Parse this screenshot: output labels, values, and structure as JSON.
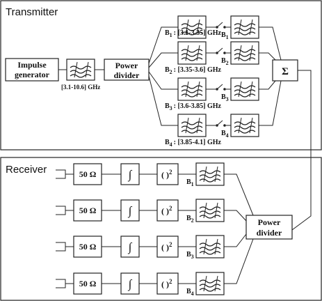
{
  "transmitter": {
    "title": "Transmitter",
    "generator_line1": "Impulse",
    "generator_line2": "generator",
    "bandpass_label": "[3.1-10.6] GHz",
    "divider_line1": "Power",
    "divider_line2": "divider",
    "summer_symbol": "Σ",
    "bands": [
      {
        "name": "B",
        "sub": "1",
        "range": ": [3.1-3.35] GHz"
      },
      {
        "name": "B",
        "sub": "2",
        "range": ": [3.35-3.6] GHz"
      },
      {
        "name": "B",
        "sub": "3",
        "range": ": [3.6-3.85] GHz"
      },
      {
        "name": "B",
        "sub": "4",
        "range": ": [3.85-4.1] GHz"
      }
    ]
  },
  "receiver": {
    "title": "Receiver",
    "resistor_label": "50 Ω",
    "integrator_symbol": "∫",
    "square_label": "( )",
    "square_exp": "2",
    "divider_line1": "Power",
    "divider_line2": "divider",
    "branches": [
      {
        "name": "B",
        "sub": "1"
      },
      {
        "name": "B",
        "sub": "2"
      },
      {
        "name": "B",
        "sub": "3"
      },
      {
        "name": "B",
        "sub": "4"
      }
    ]
  }
}
